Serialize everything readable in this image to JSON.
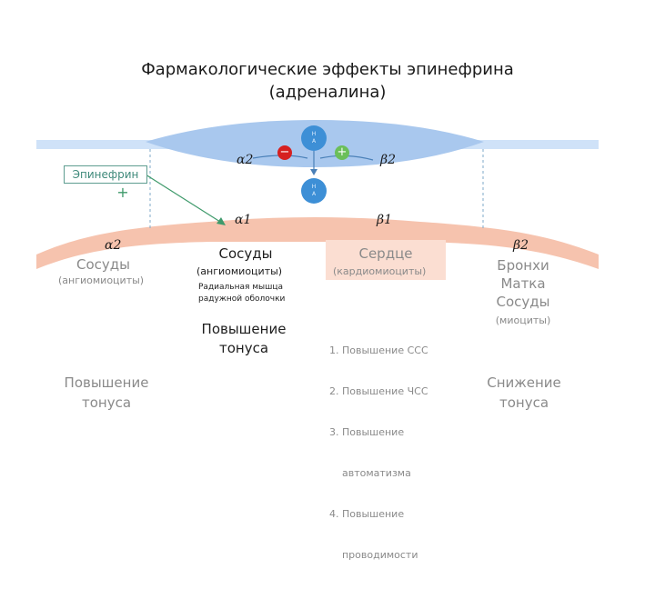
{
  "title": {
    "line1": "Фармакологические эффекты эпинефрина",
    "line2": "(адреналина)"
  },
  "epinephrine_label": "Эпинефрин",
  "signs": {
    "plus": "+",
    "minus": "−"
  },
  "na_label": {
    "line1": "Н",
    "line2": "А"
  },
  "receptors": {
    "alpha2_presyn": "α2",
    "beta2_presyn": "β2",
    "alpha1": "α1",
    "beta1": "β1",
    "alpha2_left": "α2",
    "beta2_right": "β2"
  },
  "left": {
    "organ": "Сосуды",
    "cells": "(ангиомиоциты)",
    "effect_line1": "Повышение",
    "effect_line2": "тонуса"
  },
  "center_left": {
    "organ": "Сосуды",
    "cells": "(ангиомиоциты)",
    "note_line1": "Радиальная мышца",
    "note_line2": "радужной оболочки",
    "effect_line1": "Повышение",
    "effect_line2": "тонуса"
  },
  "heart": {
    "organ": "Сердце",
    "cells": "(кардиомиоциты)",
    "effects": [
      "1. Повышение ССС",
      "2. Повышение ЧСС",
      "3. Повышение",
      "    автоматизма",
      "4. Повышение",
      "    проводимости"
    ]
  },
  "right": {
    "organ_line1": "Бронхи",
    "organ_line2": "Матка",
    "organ_line3": "Сосуды",
    "cells": "(миоциты)",
    "effect_line1": "Снижение",
    "effect_line2": "тонуса"
  },
  "colors": {
    "presynaptic_fill": "#a9c8ee",
    "presynaptic_band": "#cfe2f8",
    "postsynaptic_fill": "#f6c3ae",
    "heart_box": "#fbded2",
    "arrow_green": "#3f9a6b",
    "minus_red": "#d62020",
    "plus_green": "#6bbf59",
    "na_blue": "#3d8fd6"
  }
}
